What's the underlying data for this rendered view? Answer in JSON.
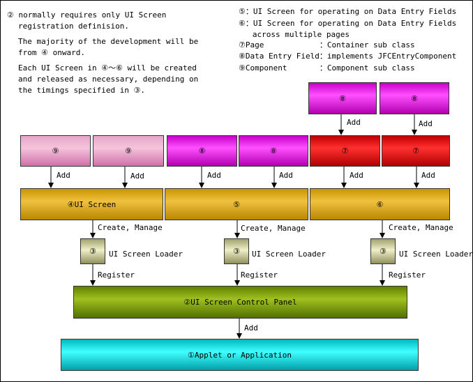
{
  "notes_left": {
    "line1": "② normally requires only UI Screen",
    "line2": "registration definision.",
    "line3": "The majority of the development will be",
    "line4": "from ④ onward.",
    "line5": "Each UI Screen in ④～⑥ will be created",
    "line6": "and released as necessary, depending on",
    "line7": "the timings specified in ③."
  },
  "legend": {
    "l5": "⑤：UI Screen for operating on Data Entry Fields",
    "l6a": "⑥：UI Screen for operating on Data Entry Fields",
    "l6b": "   across multiple pages",
    "l7": "⑦Page            ：Container sub class",
    "l8": "⑧Data Entry Field：implements JFCEntryComponent",
    "l9": "⑨Component       ：Component sub class"
  },
  "boxes": {
    "top_left_8": "⑧",
    "top_right_8": "⑧",
    "pink_9a": "⑨",
    "pink_9b": "⑨",
    "mag_8a": "⑧",
    "mag_8b": "⑧",
    "red_7a": "⑦",
    "red_7b": "⑦",
    "screen_4": "④UI Screen",
    "screen_5": "⑤",
    "screen_6": "⑥",
    "loader_a": "③",
    "loader_b": "③",
    "loader_c": "③",
    "control_panel": "②UI Screen Control Panel",
    "applet": "①Applet or Application"
  },
  "labels": {
    "add": "Add",
    "create_manage": "Create, Manage",
    "ui_screen_loader": "UI Screen Loader",
    "register": "Register"
  }
}
